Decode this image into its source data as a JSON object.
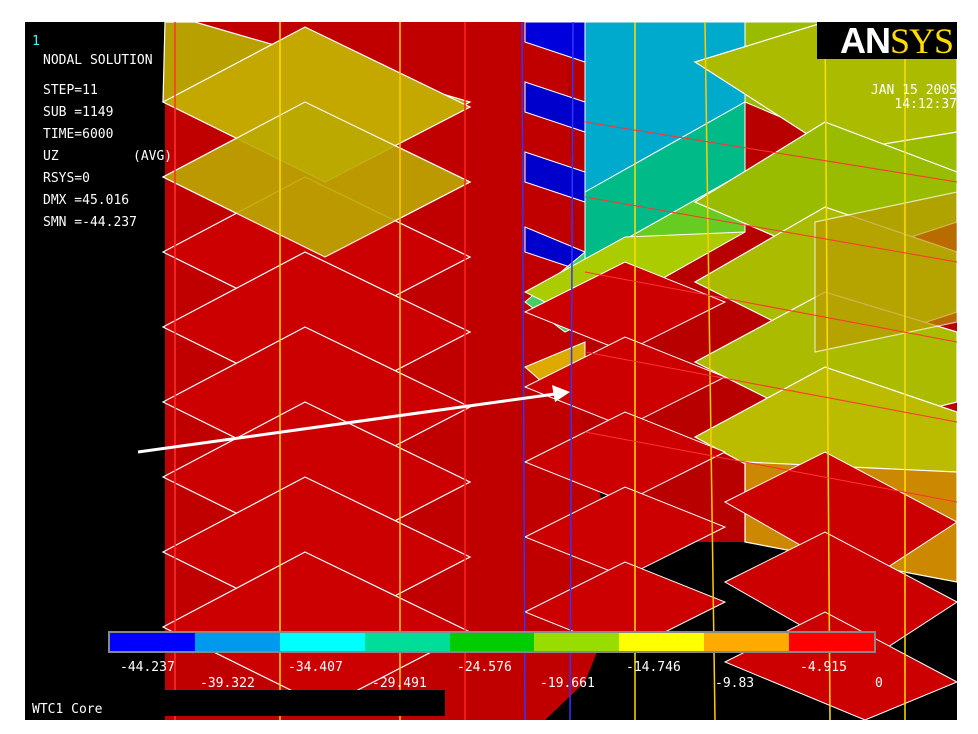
{
  "header": {
    "window_number": "1",
    "result_type": "NODAL SOLUTION",
    "info_lines": [
      "STEP=11",
      "SUB =1149",
      "TIME=6000"
    ],
    "component": "UZ",
    "averaging": "(AVG)",
    "rsys": "RSYS=0",
    "dmx": "DMX =45.016",
    "smn": "SMN =-44.237"
  },
  "logo": {
    "part1": "AN",
    "part2": "SYS"
  },
  "timestamp": {
    "date": "JAN 15 2005",
    "time": "14:12:37"
  },
  "legend": {
    "colors": [
      "#0000ff",
      "#0099ee",
      "#00ffff",
      "#00dd99",
      "#00cc00",
      "#99dd00",
      "#ffff00",
      "#ffaa00",
      "#ff0000"
    ],
    "labels_row1": [
      "-44.237",
      "-34.407",
      "-24.576",
      "-14.746",
      "-4.915"
    ],
    "labels_row2": [
      "-39.322",
      "-29.491",
      "-19.661",
      "-9.83",
      "0"
    ]
  },
  "model_title": "WTC1 Core",
  "scene_colors": {
    "red": "#cc0000",
    "olive": "#bbaa00",
    "gold": "#cc9900",
    "green": "#88bb00",
    "blue": "#0000cc",
    "cyan": "#00bbcc"
  }
}
